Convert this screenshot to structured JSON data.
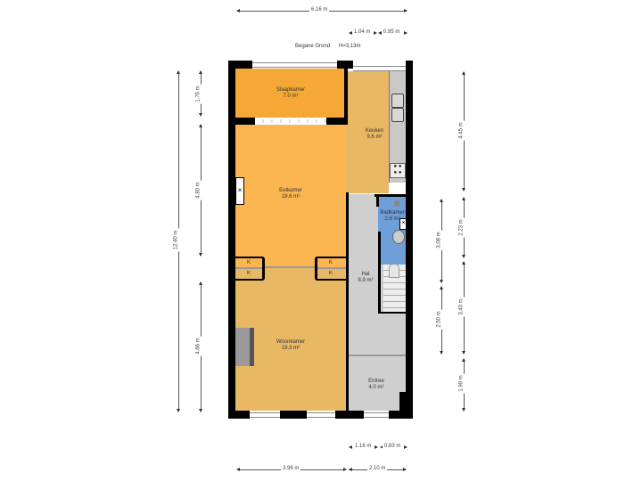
{
  "floor": {
    "title": "Begane Grond",
    "height_label": "H=3,13m"
  },
  "dimensions": {
    "top_total": "6.16 m",
    "top_sub_1": "1.04 m",
    "top_sub_2": "0.95 m",
    "left_total": "12.40 m",
    "left_1": "1.76 m",
    "left_2": "4.80 m",
    "left_3": "4.66 m",
    "right_outer_1": "4.45 m",
    "right_outer_2": "2.23 m",
    "right_outer_3": "3.40 m",
    "right_outer_4": "1.99 m",
    "right_inner_1": "3.08 m",
    "right_inner_2": "2.50 m",
    "bottom_sub_1": "1.16 m",
    "bottom_sub_2": "0.83 m",
    "bottom_1": "3.96 m",
    "bottom_2": "2.10 m"
  },
  "rooms": [
    {
      "name": "Slaapkamer",
      "area": "7.0 m²",
      "color": "#f5a835"
    },
    {
      "name": "Keuken",
      "area": "9.6 m²",
      "color": "#e9b865"
    },
    {
      "name": "Eetkamer",
      "area": "19.6 m²",
      "color": "#fbb652"
    },
    {
      "name": "Badkamer",
      "area": "2.6 m²",
      "color": "#6f9fd8"
    },
    {
      "name": "Hal",
      "area": "8.9 m²",
      "color": "#cfcfcf"
    },
    {
      "name": "Woonkamer",
      "area": "19.3 m²",
      "color": "#e9b865"
    },
    {
      "name": "Entree",
      "area": "4.0 m²",
      "color": "#cfcfcf"
    }
  ],
  "closets": [
    "K",
    "K",
    "K",
    "K"
  ]
}
